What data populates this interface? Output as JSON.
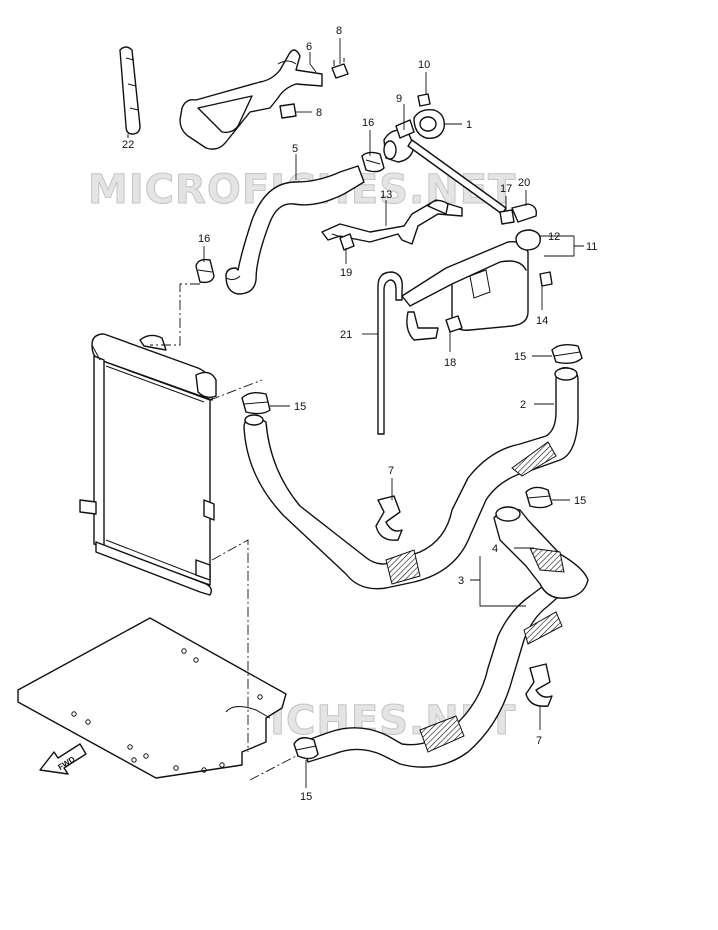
{
  "watermark": {
    "text": "MICROFICHES.NET"
  },
  "fwd_label": "FWD",
  "callouts": {
    "p1": "1",
    "p2": "2",
    "p3": "3",
    "p4": "4",
    "p5": "5",
    "p6": "6",
    "p7a": "7",
    "p7b": "7",
    "p8a": "8",
    "p8b": "8",
    "p9": "9",
    "p10": "10",
    "p11": "11",
    "p12": "12",
    "p13": "13",
    "p14": "14",
    "p15a": "15",
    "p15b": "15",
    "p15c": "15",
    "p15d": "15",
    "p16a": "16",
    "p16b": "16",
    "p17": "17",
    "p18": "18",
    "p19": "19",
    "p20": "20",
    "p21": "21",
    "p22": "22"
  }
}
